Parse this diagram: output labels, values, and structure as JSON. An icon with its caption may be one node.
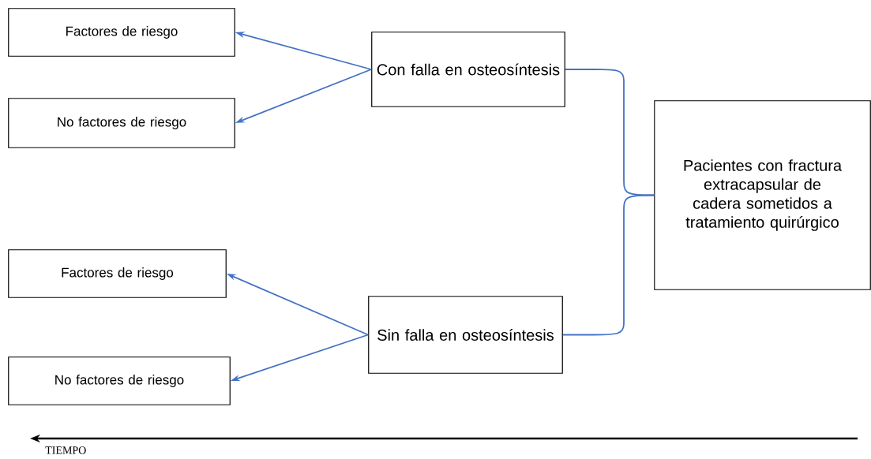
{
  "diagram": {
    "nodes": [
      {
        "text": [
          "Factores de riesgo"
        ]
      },
      {
        "text": [
          "No factores de riesgo"
        ]
      },
      {
        "text": [
          "Con falla en osteosíntesis"
        ]
      },
      {
        "text": [
          "Pacientes con fractura extracapsular de cadera sometidos a tratamiento quirúrgico"
        ]
      },
      {
        "text": [
          "Factores de riesgo"
        ]
      },
      {
        "text": [
          "No factores de riesgo"
        ]
      },
      {
        "text": [
          "Sin falla en osteosíntesis"
        ]
      }
    ],
    "edges": [
      {
        "from": 2,
        "to": 0,
        "arrow": "to"
      },
      {
        "from": 2,
        "to": 1,
        "arrow": "to"
      },
      {
        "from": 6,
        "to": 4,
        "arrow": "to"
      },
      {
        "from": 6,
        "to": 5,
        "arrow": "to"
      },
      {
        "from": 3,
        "to": 2,
        "arrow": "none"
      },
      {
        "from": 3,
        "to": 6,
        "arrow": "none"
      }
    ],
    "labels": [
      "TIEMPO"
    ]
  }
}
